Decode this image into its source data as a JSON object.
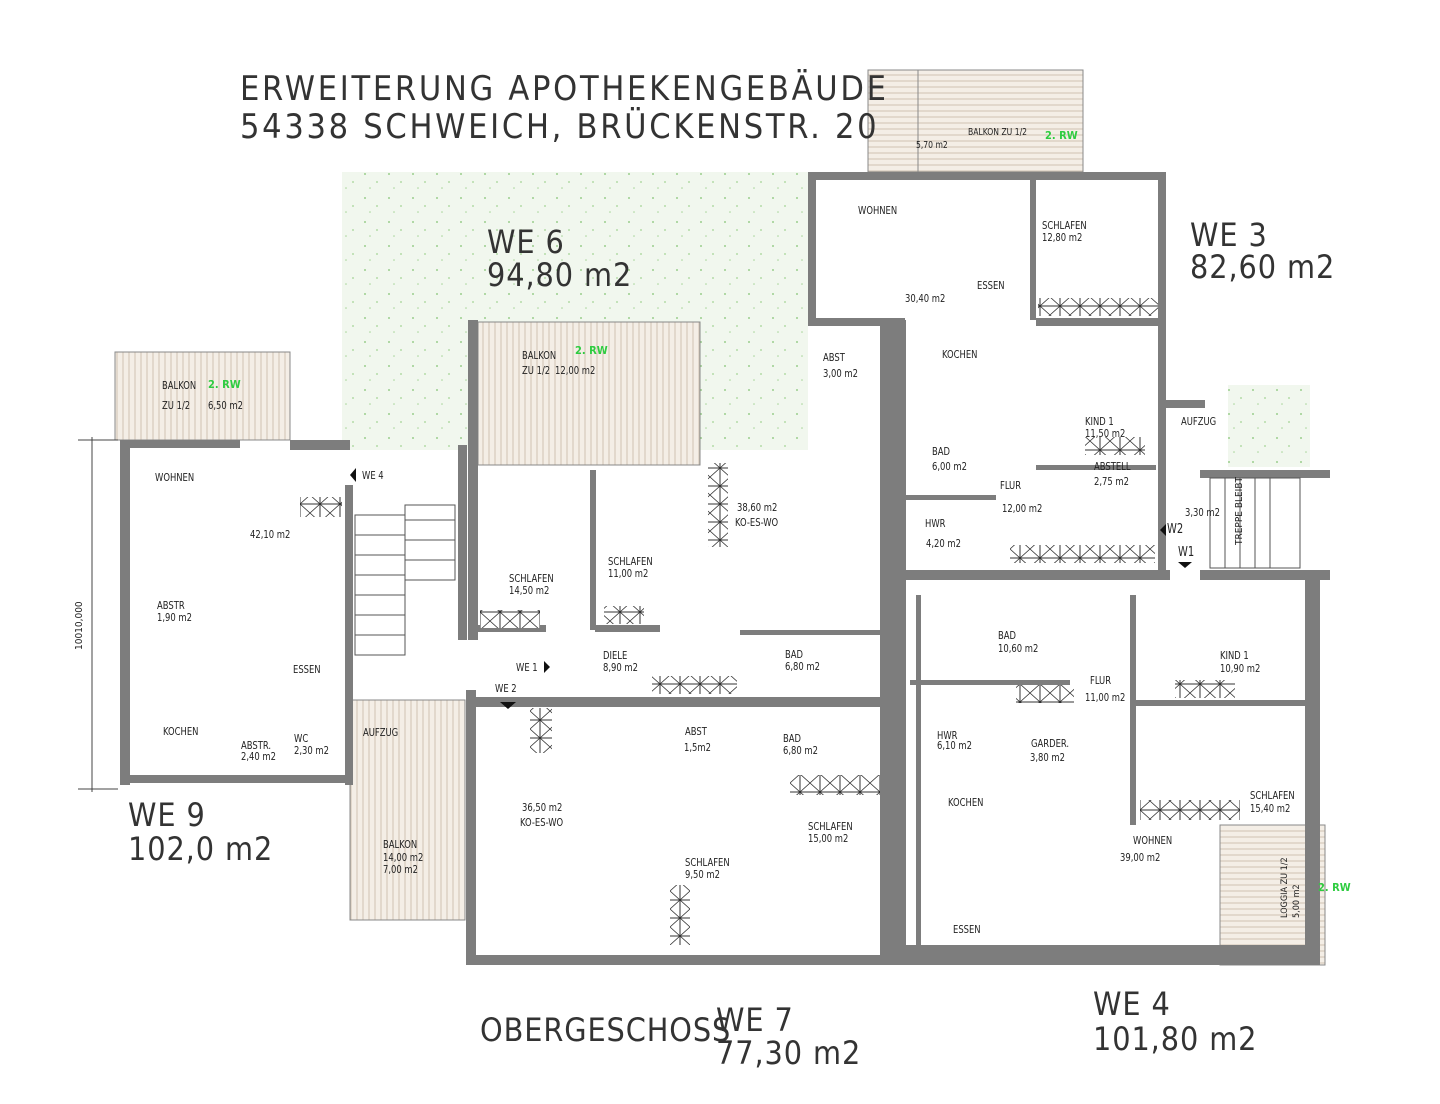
{
  "title": {
    "line1": "ERWEITERUNG APOTHEKENGEBÄUDE",
    "line2": "54338 SCHWEICH,  BRÜCKENSTR. 20"
  },
  "floor_label": "OBERGESCHOSS",
  "dimension": "10010,000",
  "green_note": "2. RW",
  "units": [
    {
      "name": "WE 6",
      "area": "94,80 m2"
    },
    {
      "name": "WE 3",
      "area": "82,60 m2"
    },
    {
      "name": "WE 9",
      "area": "102,0 m2"
    },
    {
      "name": "WE 7",
      "area": "77,30 m2"
    },
    {
      "name": "WE 4",
      "area": "101,80 m2"
    }
  ],
  "entrances": [
    "WE 4",
    "WE 1",
    "WE 2",
    "W1",
    "W2"
  ],
  "stair_note": "TREPPE BLEIBT",
  "rooms": {
    "we9": [
      {
        "name": "BALKON",
        "sub": "ZU 1/2",
        "area": "6,50 m2"
      },
      {
        "name": "WOHNEN",
        "area": "42,10 m2"
      },
      {
        "name": "ABSTR",
        "area": "1,90 m2"
      },
      {
        "name": "ESSEN"
      },
      {
        "name": "KOCHEN"
      },
      {
        "name": "ABSTR.",
        "area": "2,40 m2"
      },
      {
        "name": "WC",
        "area": "2,30 m2"
      },
      {
        "name": "AUFZUG"
      },
      {
        "name": "BALKON",
        "area": "14,00 m2",
        "area_half": "7,00 m2"
      }
    ],
    "we6": [
      {
        "name": "BALKON",
        "sub": "ZU 1/2",
        "area": "12,00 m2"
      },
      {
        "name": "ABST",
        "area": "3,00 m2"
      },
      {
        "name": "KO-ES-WO",
        "area": "38,60 m2"
      },
      {
        "name": "SCHLAFEN",
        "area": "14,50 m2"
      },
      {
        "name": "SCHLAFEN",
        "area": "11,00 m2"
      },
      {
        "name": "DIELE",
        "area": "8,90 m2"
      },
      {
        "name": "BAD",
        "area": "6,80 m2"
      }
    ],
    "we7": [
      {
        "name": "ABST",
        "area": "1,5m2"
      },
      {
        "name": "BAD",
        "area": "6,80 m2"
      },
      {
        "name": "KO-ES-WO",
        "area": "36,50 m2"
      },
      {
        "name": "SCHLAFEN",
        "area": "9,50 m2"
      },
      {
        "name": "SCHLAFEN",
        "area": "15,00 m2"
      }
    ],
    "we3": [
      {
        "name": "BALKON ZU 1/2",
        "area": "5,70 m2"
      },
      {
        "name": "WOHNEN"
      },
      {
        "name": "ESSEN",
        "area": "30,40 m2"
      },
      {
        "name": "SCHLAFEN",
        "area": "12,80 m2"
      },
      {
        "name": "KOCHEN"
      },
      {
        "name": "KIND 1",
        "area": "11,50 m2"
      },
      {
        "name": "BAD",
        "area": "6,00 m2"
      },
      {
        "name": "ABSTELL",
        "area": "2,75 m2"
      },
      {
        "name": "FLUR",
        "area": "12,00 m2"
      },
      {
        "name": "HWR",
        "area": "4,20 m2"
      },
      {
        "name": "AUFZUG"
      },
      {
        "name": "",
        "area": "3,30 m2"
      }
    ],
    "we4": [
      {
        "name": "BAD",
        "area": "10,60 m2"
      },
      {
        "name": "FLUR",
        "area": "11,00 m2"
      },
      {
        "name": "KIND 1",
        "area": "10,90 m2"
      },
      {
        "name": "HWR",
        "area": "6,10 m2"
      },
      {
        "name": "GARDER.",
        "area": "3,80 m2"
      },
      {
        "name": "KOCHEN"
      },
      {
        "name": "SCHLAFEN",
        "area": "15,40 m2"
      },
      {
        "name": "WOHNEN",
        "area": "39,00 m2"
      },
      {
        "name": "ESSEN"
      },
      {
        "name": "LOGGIA ZU 1/2",
        "area": "5,00 m2"
      }
    ]
  },
  "colors": {
    "wall": "#7d7d7d",
    "green_note": "#2ecc40",
    "garden": "#eef5ea",
    "balcony": "#f3ece3"
  }
}
